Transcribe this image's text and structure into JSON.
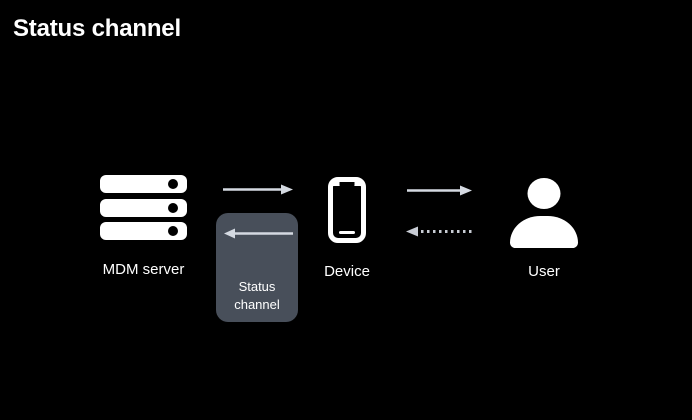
{
  "title": "Status channel",
  "colors": {
    "background": "#000000",
    "solid_arrow": "#d5dae2",
    "dotted_arrow": "#c8ccd4",
    "status_box_fill": "#484f5a",
    "text": "#ffffff",
    "icon_fill": "#ffffff"
  },
  "nodes": [
    {
      "id": "mdm-server",
      "label": "MDM server",
      "icon": "server-icon"
    },
    {
      "id": "device",
      "label": "Device",
      "icon": "iphone-icon"
    },
    {
      "id": "user",
      "label": "User",
      "icon": "person-icon"
    }
  ],
  "status_box": {
    "label": "Status channel"
  },
  "arrows": [
    {
      "from": "mdm-server",
      "to": "device",
      "style": "solid",
      "direction": "right"
    },
    {
      "from": "device",
      "to": "mdm-server",
      "style": "solid",
      "direction": "left",
      "via": "status channel box"
    },
    {
      "from": "device",
      "to": "user",
      "style": "solid",
      "direction": "right"
    },
    {
      "from": "user",
      "to": "device",
      "style": "dotted",
      "direction": "left"
    }
  ]
}
